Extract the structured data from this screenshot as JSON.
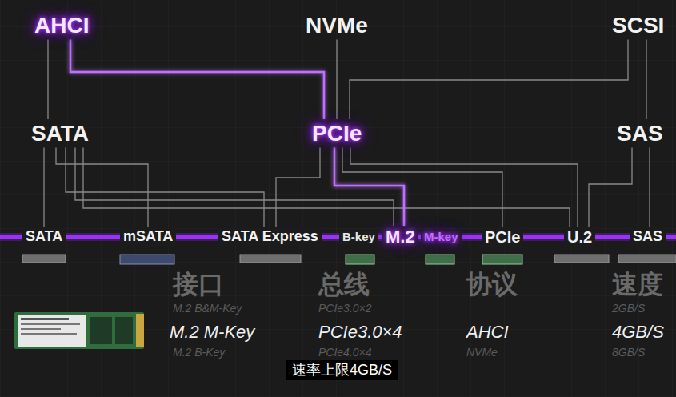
{
  "diagram": {
    "caption": "速率上限4GB/S",
    "nodes": [
      {
        "text": [
          "AHCI"
        ]
      },
      {
        "text": [
          "NVMe"
        ]
      },
      {
        "text": [
          "SCSI"
        ]
      },
      {
        "text": [
          "SATA"
        ]
      },
      {
        "text": [
          "PCIe"
        ]
      },
      {
        "text": [
          "SAS"
        ]
      },
      {
        "text": [
          "SATA"
        ]
      },
      {
        "text": [
          "mSATA"
        ]
      },
      {
        "text": [
          "SATA Express"
        ]
      },
      {
        "text": [
          "M.2"
        ]
      },
      {
        "text": [
          "PCIe"
        ]
      },
      {
        "text": [
          "U.2"
        ]
      },
      {
        "text": [
          "SAS"
        ]
      }
    ],
    "edges": [
      {
        "from": 0,
        "to": 3,
        "arrow": "none"
      },
      {
        "from": 0,
        "to": 4,
        "arrow": "none"
      },
      {
        "from": 1,
        "to": 4,
        "arrow": "none"
      },
      {
        "from": 2,
        "to": 4,
        "arrow": "none"
      },
      {
        "from": 2,
        "to": 5,
        "arrow": "none"
      },
      {
        "from": 3,
        "to": 6,
        "arrow": "none"
      },
      {
        "from": 3,
        "to": 7,
        "arrow": "none"
      },
      {
        "from": 3,
        "to": 8,
        "arrow": "none"
      },
      {
        "from": 3,
        "to": 9,
        "arrow": "none"
      },
      {
        "from": 3,
        "to": 11,
        "arrow": "none"
      },
      {
        "from": 4,
        "to": 8,
        "arrow": "none"
      },
      {
        "from": 4,
        "to": 9,
        "arrow": "none"
      },
      {
        "from": 4,
        "to": 10,
        "arrow": "none"
      },
      {
        "from": 4,
        "to": 11,
        "arrow": "none"
      },
      {
        "from": 5,
        "to": 11,
        "arrow": "none"
      },
      {
        "from": 5,
        "to": 12,
        "arrow": "none"
      }
    ],
    "labels": [
      "B-key",
      "M-key",
      "接口",
      "总线",
      "协议",
      "速度",
      "M.2 B&M-Key",
      "M.2 M-Key",
      "M.2 B-Key",
      "PCIe3.0×2",
      "PCIe3.0×4",
      "PCIe4.0×4",
      "AHCI",
      "NVMe",
      "2GB/S",
      "4GB/S",
      "8GB/S"
    ]
  }
}
